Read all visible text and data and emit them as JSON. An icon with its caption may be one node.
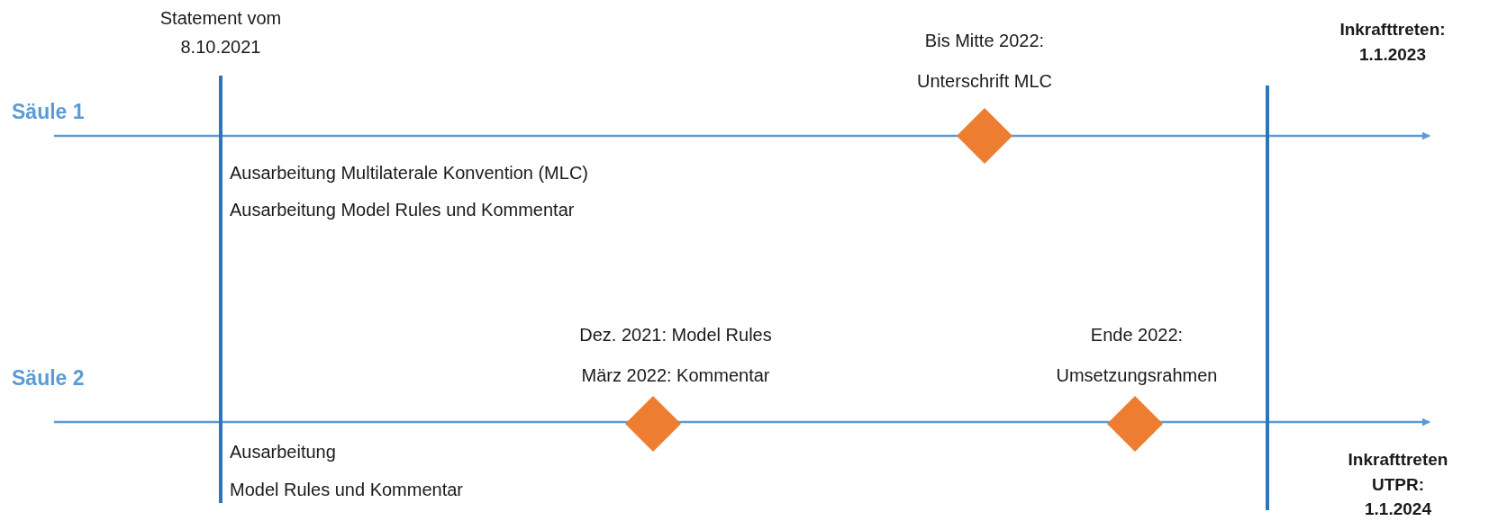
{
  "diagram": {
    "nodes": [
      {
        "text": [],
        "shape": "diamond",
        "beside": [
          "Bis Mitte 2022:",
          "Unterschrift MLC"
        ]
      },
      {
        "text": [],
        "shape": "diamond",
        "beside": [
          "Dez. 2021: Model Rules",
          "März 2022: Kommentar"
        ]
      },
      {
        "text": [],
        "shape": "diamond",
        "beside": [
          "Ende 2022:",
          "Umsetzungsrahmen"
        ]
      }
    ],
    "labels": [
      "Statement vom 8.10.2021",
      "Inkrafttreten: 1.1.2023",
      "Säule 1",
      "Ausarbeitung Multilaterale Konvention (MLC)",
      "Ausarbeitung Model Rules und Kommentar",
      "Säule 2",
      "Ausarbeitung",
      "Model Rules und Kommentar",
      "Inkrafttreten UTPR: 1.1.2024"
    ]
  }
}
